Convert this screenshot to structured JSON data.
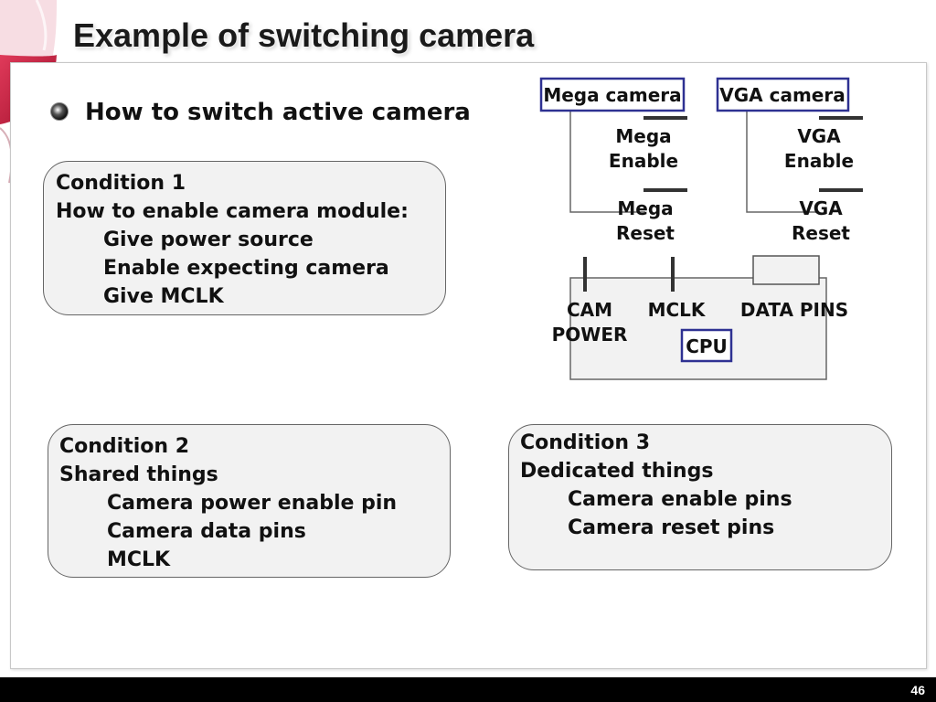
{
  "title": "Example of switching camera",
  "subtitle": "How to switch active camera",
  "conditions": [
    {
      "heading": "Condition 1",
      "intro": "How to enable camera module:",
      "items": [
        "Give power source",
        "Enable expecting camera",
        "Give MCLK"
      ]
    },
    {
      "heading": "Condition 2",
      "intro": "Shared things",
      "items": [
        "Camera power enable pin",
        "Camera data pins",
        "MCLK"
      ]
    },
    {
      "heading": "Condition 3",
      "intro": "Dedicated things",
      "items": [
        "Camera enable pins",
        "Camera reset pins"
      ]
    }
  ],
  "diagram": {
    "mega_camera": "Mega camera",
    "vga_camera": "VGA camera",
    "mega_enable": [
      "Mega",
      "Enable"
    ],
    "mega_reset": [
      "Mega",
      "Reset"
    ],
    "vga_enable": [
      "VGA",
      "Enable"
    ],
    "vga_reset": [
      "VGA",
      "Reset"
    ],
    "cam_power": [
      "CAM",
      "POWER"
    ],
    "mclk": "MCLK",
    "data_pins": "DATA PINS",
    "cpu": "CPU"
  },
  "page_number": "46",
  "colors": {
    "label_border": "#2e3192",
    "wine": "#c0183c",
    "footer": "#000000"
  }
}
